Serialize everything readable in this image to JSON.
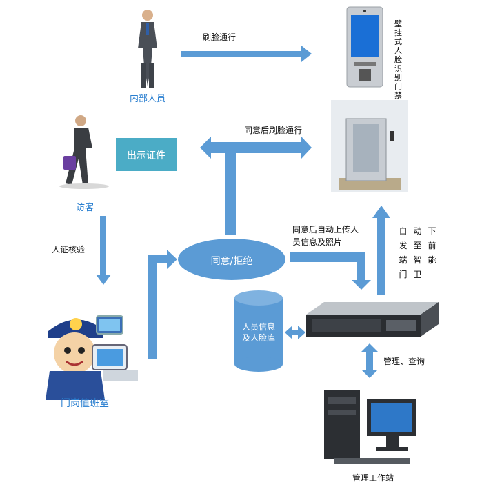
{
  "nodes": {
    "staff": "内部人员",
    "visitor": "访客",
    "show_id": "出示证件",
    "duty_room": "门岗值班室",
    "decision": "同意/拒绝",
    "database": "人员信息及人脸库",
    "wall_device": "壁挂式人脸识别门禁",
    "workstation": "管理工作站"
  },
  "edges": {
    "face_pass": "刷脸通行",
    "consent_face_pass": "同意后刷脸通行",
    "id_verify": "人证核验",
    "auto_upload": "同意后自动上传人员信息及照片",
    "auto_dispatch": "自动下发至前端智能门卫",
    "manage_query": "管理、查询"
  },
  "colors": {
    "arrow": "#5b9bd5",
    "box_teal": "#4bacc6",
    "label_blue": "#2a7fd0"
  }
}
